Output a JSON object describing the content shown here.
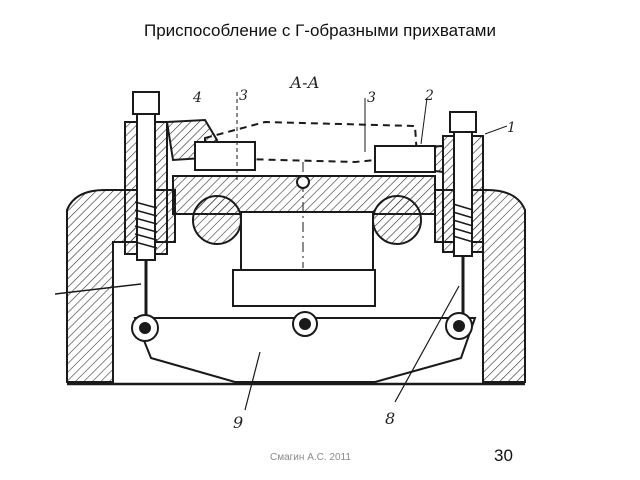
{
  "slide": {
    "title": "Приспособление с Г-образными прихватами",
    "footer_author": "Смагин А.С. 2011",
    "page_number": "30"
  },
  "drawing": {
    "section_label": "А-А",
    "callouts": {
      "label_1": "1",
      "label_2": "2",
      "label_3a": "3",
      "label_3b": "3",
      "label_4": "4",
      "label_8": "8",
      "label_9": "9"
    }
  }
}
